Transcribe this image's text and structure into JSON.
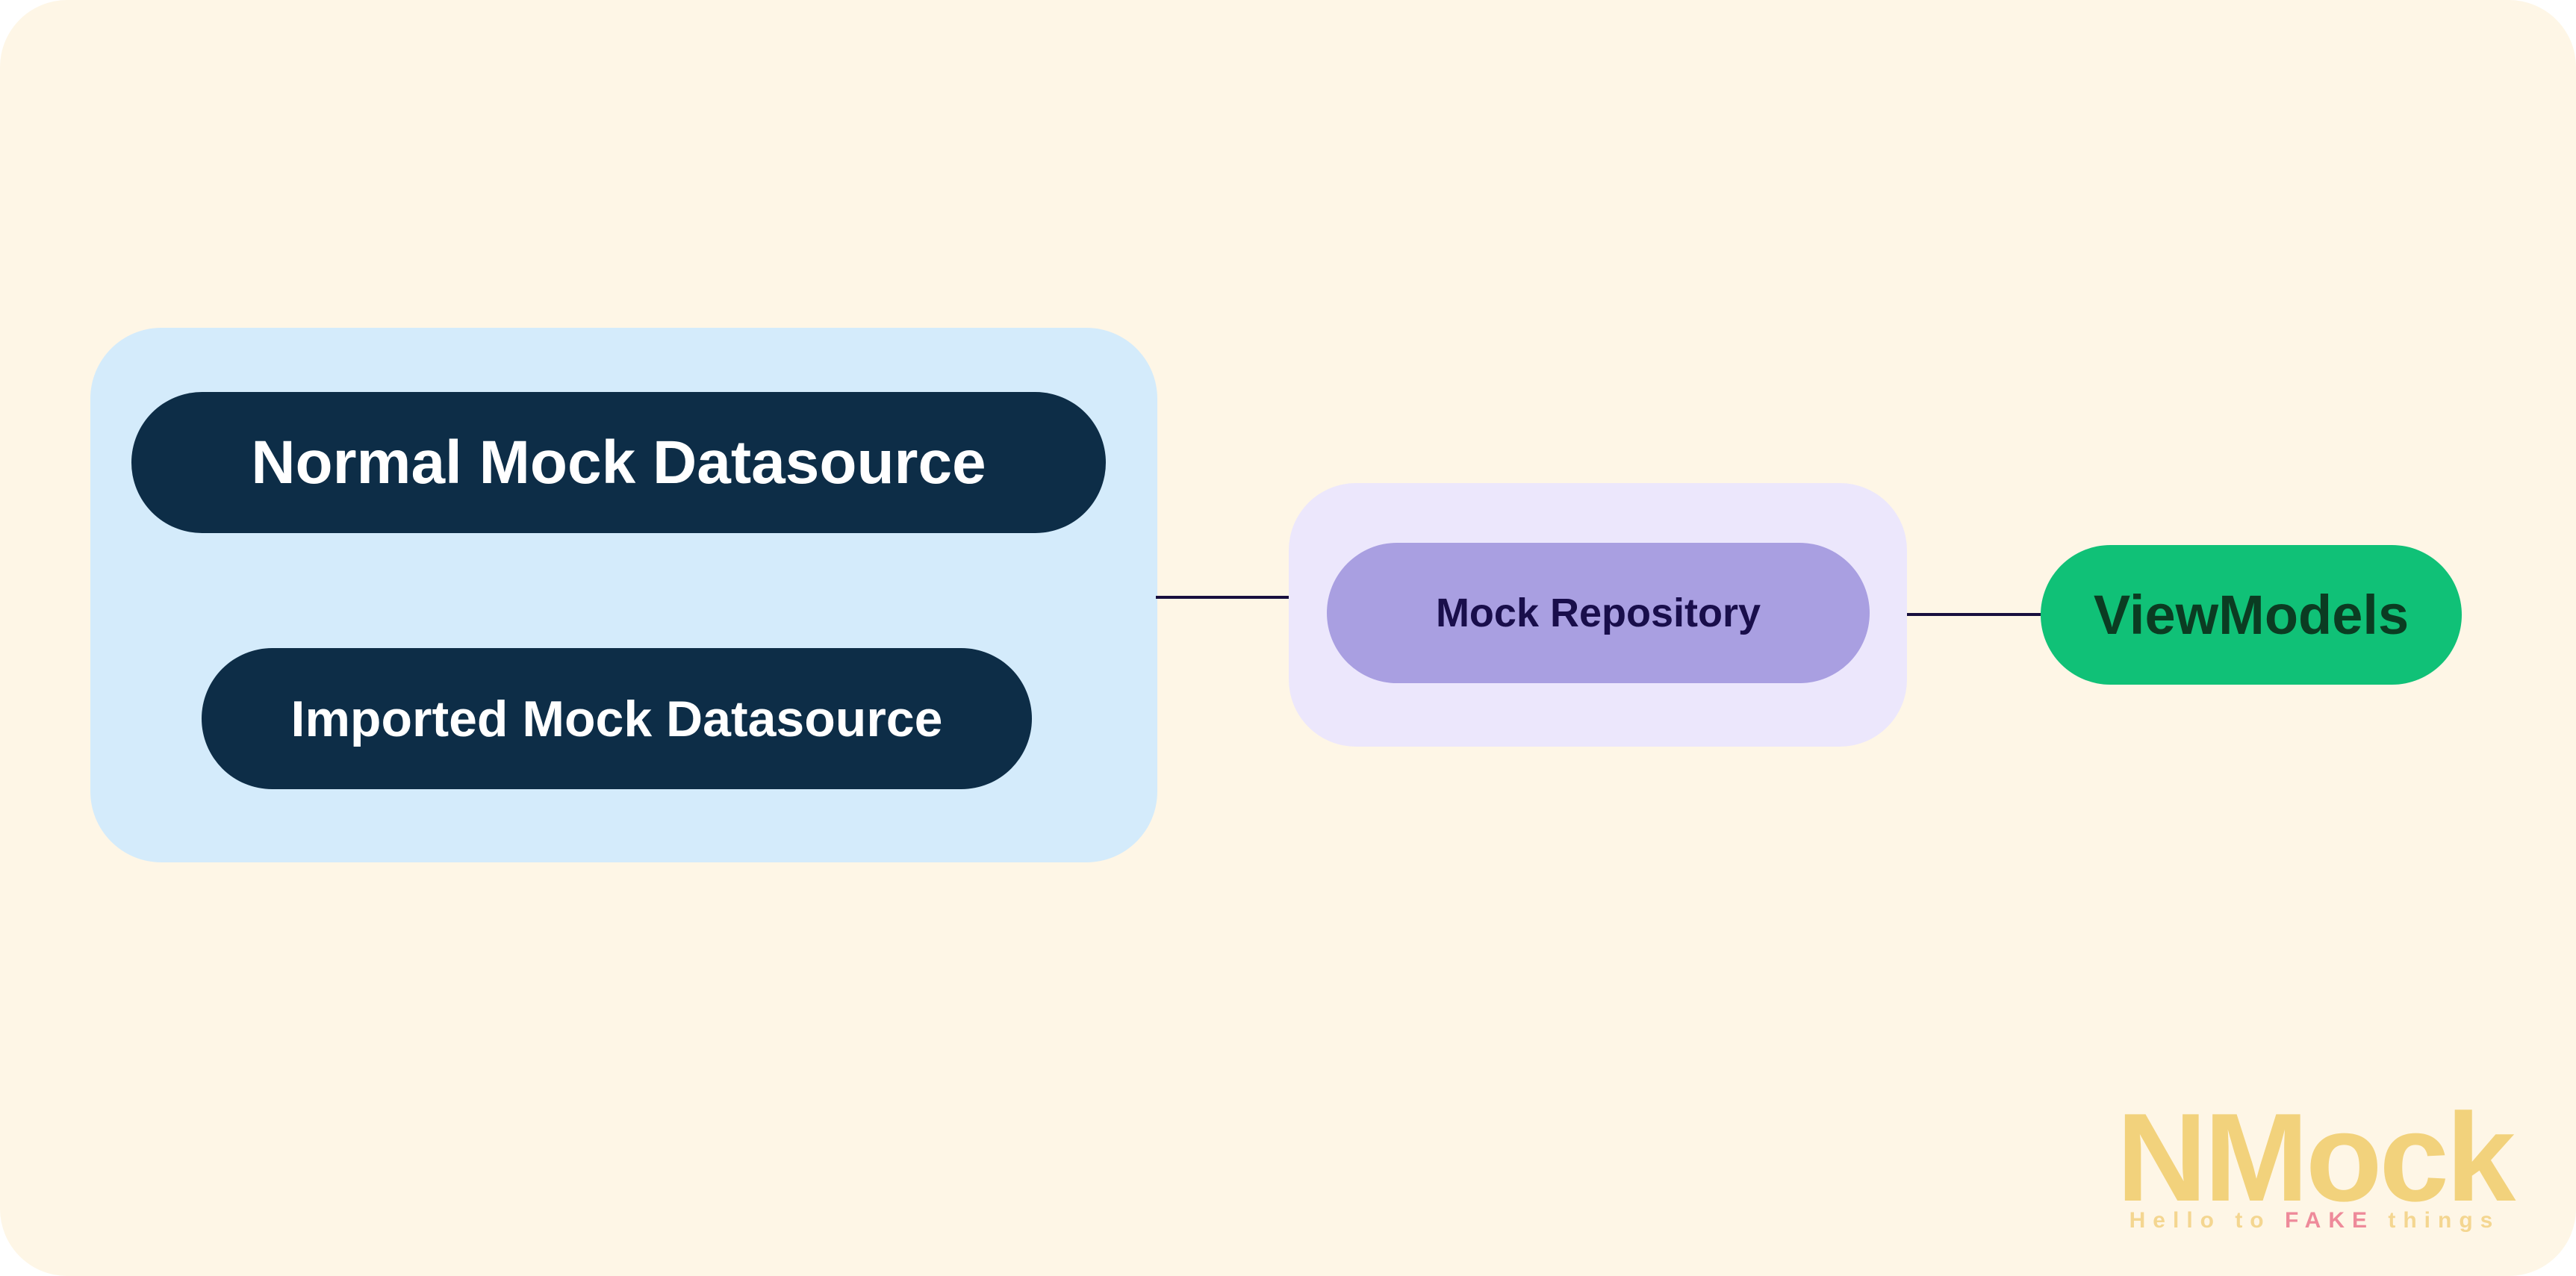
{
  "diagram": {
    "datasources_group": {
      "normal_label": "Normal Mock Datasource",
      "imported_label": "Imported Mock Datasource"
    },
    "repository_group": {
      "repository_label": "Mock Repository"
    },
    "viewmodels_label": "ViewModels",
    "connections": [
      {
        "from": "datasources_group",
        "to": "repository_group"
      },
      {
        "from": "repository_group",
        "to": "viewmodels"
      }
    ]
  },
  "logo": {
    "wordmark": "NMock",
    "tagline_prefix": "Hello to",
    "tagline_highlight": "FAKE",
    "tagline_suffix": "things"
  },
  "colors": {
    "background": "#fef6e6",
    "datasource_group": "#d4ebfb",
    "datasource_pill": "#0d2d47",
    "repository_group": "#ece7fc",
    "repository_pill": "#a99fe1",
    "viewmodels_pill": "#10c177",
    "connector": "#180f3e",
    "logo": "#f2d27c",
    "logo_highlight": "#ee8a9a"
  }
}
